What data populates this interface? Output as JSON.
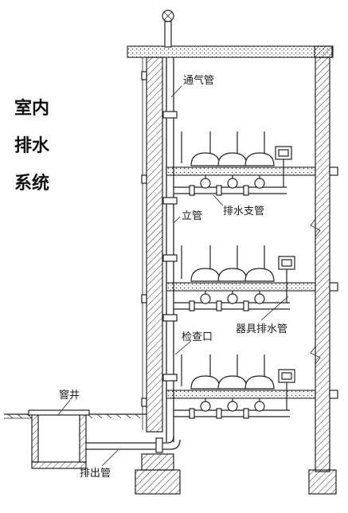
{
  "title_lines": [
    "室内",
    "排水",
    "系统"
  ],
  "labels": {
    "vent_pipe": "通气管",
    "stack": "立管",
    "branch": "排水支管",
    "fixture_drain": "器具排水管",
    "cleanout": "检查口",
    "manhole": "窨井",
    "outlet": "排出管"
  },
  "colors": {
    "ink": "#222222",
    "background": "#ffffff"
  }
}
